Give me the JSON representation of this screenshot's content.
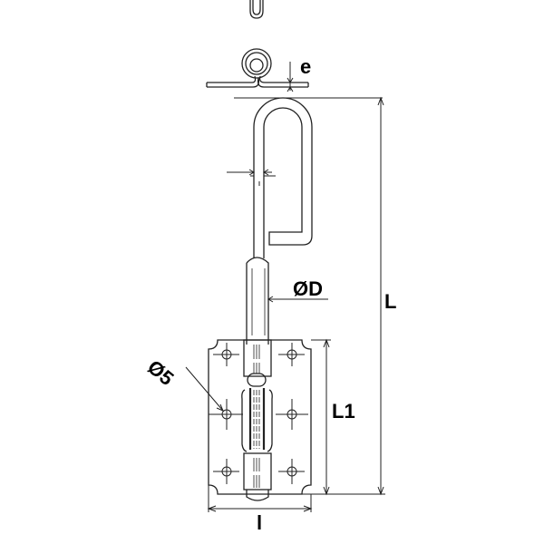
{
  "labels": {
    "e": "e",
    "diameter_d": "ØD",
    "length": "L",
    "length_l1": "L1",
    "width_l": "l",
    "hole_diameter": "Ø5"
  },
  "colors": {
    "line": "#222222",
    "background": "#ffffff"
  }
}
